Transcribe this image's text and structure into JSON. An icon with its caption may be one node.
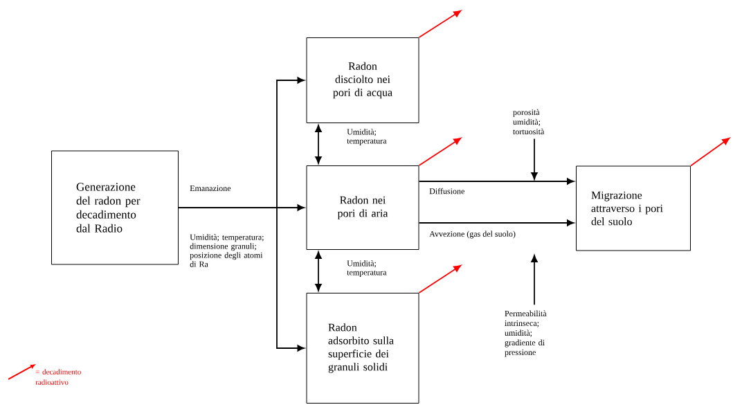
{
  "diagram": {
    "nodes": [
      {
        "text": [
          "Generazione del radon per decadimento dal Radio"
        ]
      },
      {
        "text": [
          "Radon disciolto nei pori di acqua"
        ]
      },
      {
        "text": [
          "Radon nei pori di aria"
        ]
      },
      {
        "text": [
          "Radon adsorbito sulla superficie dei granuli solidi"
        ]
      },
      {
        "text": [
          "Migrazione attraverso i pori del suolo"
        ]
      },
      {
        "text": [
          "porosità umidità; tortuosità"
        ]
      },
      {
        "text": [
          "Permeabilità intrinseca; umidità; gradiente di pressione"
        ]
      }
    ],
    "edges": [
      {
        "from": 0,
        "to": 1,
        "arrow": "to"
      },
      {
        "from": 0,
        "to": 2,
        "arrow": "to",
        "label": "Emanazione"
      },
      {
        "from": 0,
        "to": 3,
        "arrow": "to"
      },
      {
        "from": 1,
        "to": 2,
        "arrow": "both",
        "label": "Umidità; temperatura"
      },
      {
        "from": 2,
        "to": 3,
        "arrow": "both",
        "label": "Umidità; temperatura"
      },
      {
        "from": 2,
        "to": 4,
        "arrow": "to",
        "label": "Diffusione"
      },
      {
        "from": 2,
        "to": 4,
        "arrow": "to",
        "label": "Avvezione (gas del suolo)"
      },
      {
        "from": 5,
        "to": null,
        "arrow": "to"
      },
      {
        "from": 6,
        "to": null,
        "arrow": "to"
      },
      {
        "from": 1,
        "to": null,
        "arrow": "to",
        "color": "#ff0000"
      },
      {
        "from": 2,
        "to": null,
        "arrow": "to",
        "color": "#ff0000"
      },
      {
        "from": 3,
        "to": null,
        "arrow": "to",
        "color": "#ff0000"
      },
      {
        "from": 4,
        "to": null,
        "arrow": "to",
        "color": "#ff0000"
      }
    ],
    "labels": [
      "Umidità; temperatura; dimensione granuli; posizione degli atomi di Ra"
    ],
    "legend": [
      {
        "text": "= decadimento radioattivo"
      }
    ]
  }
}
